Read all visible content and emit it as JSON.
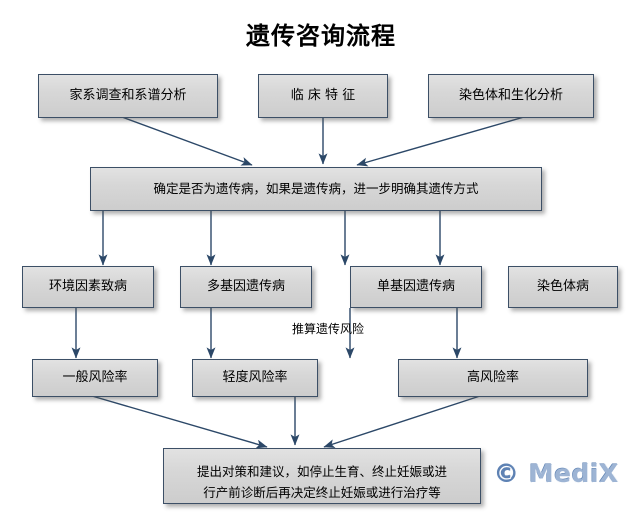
{
  "title": "遗传咨询流程",
  "watermark": {
    "symbol": "©",
    "brand": "MediX"
  },
  "labels": {
    "risk_estimation": "推算遗传风险"
  },
  "nodes": {
    "pedigree_analysis": "家系调查和系谱分析",
    "clinical_features": "临 床 特 征",
    "chromosome_biochem": "染色体和生化分析",
    "determine_hereditary": "确定是否为遗传病，如果是遗传病，进一步明确其遗传方式",
    "environmental_cause": "环境因素致病",
    "polygenic_disease": "多基因遗传病",
    "monogenic_disease": "单基因遗传病",
    "chromosomal_disease": "染色体病",
    "general_risk": "一般风险率",
    "mild_risk": "轻度风险率",
    "high_risk": "高风险率",
    "recommendation_line1": "提出对策和建议，如停止生育、终止妊娠或进",
    "recommendation_line2": "行产前诊断后再决定终止妊娠或进行治疗等"
  },
  "colors": {
    "node_border": "#3c4f66",
    "node_fill_top": "#e2e2e2",
    "node_fill_bottom": "#cdcdcd",
    "arrow": "#2c4868",
    "title_text": "#000000",
    "watermark": "#9db4d4"
  }
}
